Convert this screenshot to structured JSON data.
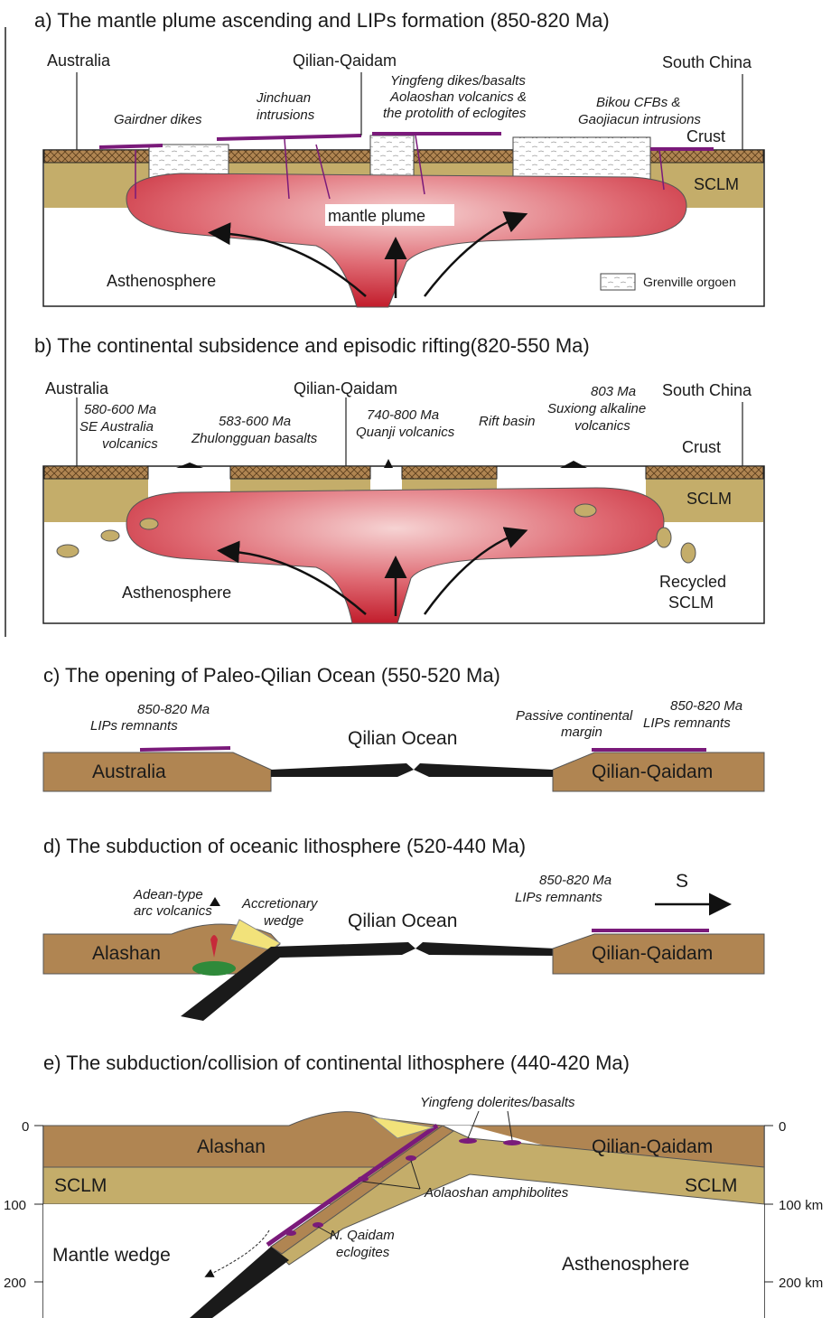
{
  "panel_a": {
    "title": "a) The mantle plume ascending and LIPs formation (850-820 Ma)",
    "australia": "Australia",
    "qilian_qaidam": "Qilian-Qaidam",
    "south_china": "South China",
    "gairdner": "Gairdner dikes",
    "jinchuan_1": "Jinchuan",
    "jinchuan_2": "intrusions",
    "yingfeng_1": "Yingfeng dikes/basalts",
    "yingfeng_2": "Aolaoshan volcanics &",
    "yingfeng_3": "the protolith of  eclogites",
    "bikou_1": "Bikou CFBs &",
    "bikou_2": "Gaojiacun intrusions",
    "crust": "Crust",
    "sclm": "SCLM",
    "mantle_plume": "mantle plume",
    "asthenosphere": "Asthenosphere",
    "grenville": "Grenville orgoen"
  },
  "panel_b": {
    "title": "b) The continental subsidence and episodic rifting(820-550 Ma)",
    "australia": "Australia",
    "qilian_qaidam": "Qilian-Qaidam",
    "south_china": "South China",
    "se_aus_1": "580-600 Ma",
    "se_aus_2": "SE Australia",
    "se_aus_3": "volcanics",
    "zhulong_1": "583-600 Ma",
    "zhulong_2": "Zhulongguan basalts",
    "quanji_1": "740-800 Ma",
    "quanji_2": "Quanji volcanics",
    "rift": "Rift basin",
    "suxiong_1": "803 Ma",
    "suxiong_2": "Suxiong alkaline",
    "suxiong_3": "volcanics",
    "crust": "Crust",
    "sclm": "SCLM",
    "asthenosphere": "Asthenosphere",
    "recycled_1": "Recycled",
    "recycled_2": "SCLM"
  },
  "panel_c": {
    "title": "c) The opening of Paleo-Qilian Ocean (550-520 Ma)",
    "lips_l_1": "850-820 Ma",
    "lips_l_2": "LIPs remnants",
    "ocean": "Qilian Ocean",
    "passive_1": "Passive continental",
    "passive_2": "margin",
    "lips_r_1": "850-820 Ma",
    "lips_r_2": "LIPs remnants",
    "australia": "Australia",
    "qilian_qaidam": "Qilian-Qaidam"
  },
  "panel_d": {
    "title": "d) The subduction of oceanic lithosphere (520-440 Ma)",
    "adean_1": "Adean-type",
    "adean_2": "arc volcanics",
    "accretion_1": "Accretionary",
    "accretion_2": "wedge",
    "ocean": "Qilian Ocean",
    "lips_1": "850-820 Ma",
    "lips_2": "LIPs remnants",
    "south": "S",
    "alashan": "Alashan",
    "qilian_qaidam": "Qilian-Qaidam"
  },
  "panel_e": {
    "title": "e) The subduction/collision of continental lithosphere (440-420 Ma)",
    "yingfeng": "Yingfeng dolerites/basalts",
    "alashan": "Alashan",
    "qilian_qaidam": "Qilian-Qaidam",
    "sclm_l": "SCLM",
    "sclm_r": "SCLM",
    "aolaoshan": "Aolaoshan amphibolites",
    "eclogite_1": "N. Qaidam",
    "eclogite_2": "eclogites",
    "mantle_wedge": "Mantle wedge",
    "asthenosphere": "Asthenosphere",
    "left_0": "0",
    "left_100": "100",
    "left_200": "200",
    "right_0": "0",
    "right_100": "100 km",
    "right_200": "200 km"
  },
  "colors": {
    "crust": "#b08552",
    "sclm": "#c4ad6a",
    "plume": "#c62a3a",
    "lips": "#7a1a7a",
    "ocean_slab": "#1a1a1a",
    "arc_green": "#2f8a3a",
    "wedge_yellow": "#f2e27a"
  }
}
